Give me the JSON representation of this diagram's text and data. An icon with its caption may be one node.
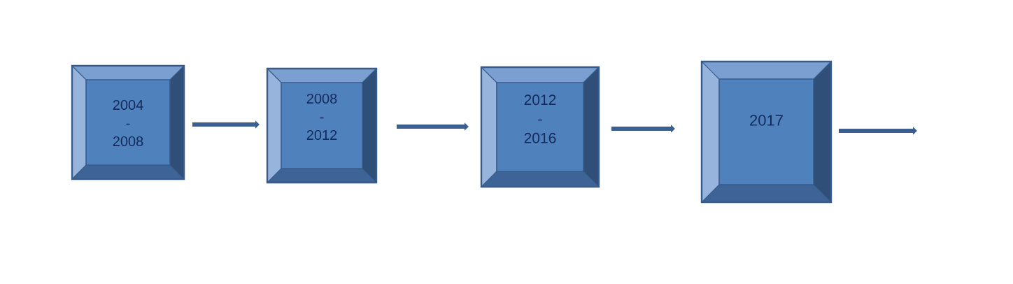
{
  "diagram": {
    "nodes": [
      {
        "text": [
          "2004 - 2008"
        ]
      },
      {
        "text": [
          "2008 - 2012"
        ]
      },
      {
        "text": [
          "2012 - 2016"
        ]
      },
      {
        "text": [
          "2017"
        ]
      }
    ],
    "edges": [
      {
        "from": 0,
        "to": 1,
        "arrow": "to"
      },
      {
        "from": 1,
        "to": 2,
        "arrow": "to"
      },
      {
        "from": 2,
        "to": 3,
        "arrow": "to"
      },
      {
        "from": 3,
        "to": null,
        "arrow": "to"
      }
    ]
  }
}
